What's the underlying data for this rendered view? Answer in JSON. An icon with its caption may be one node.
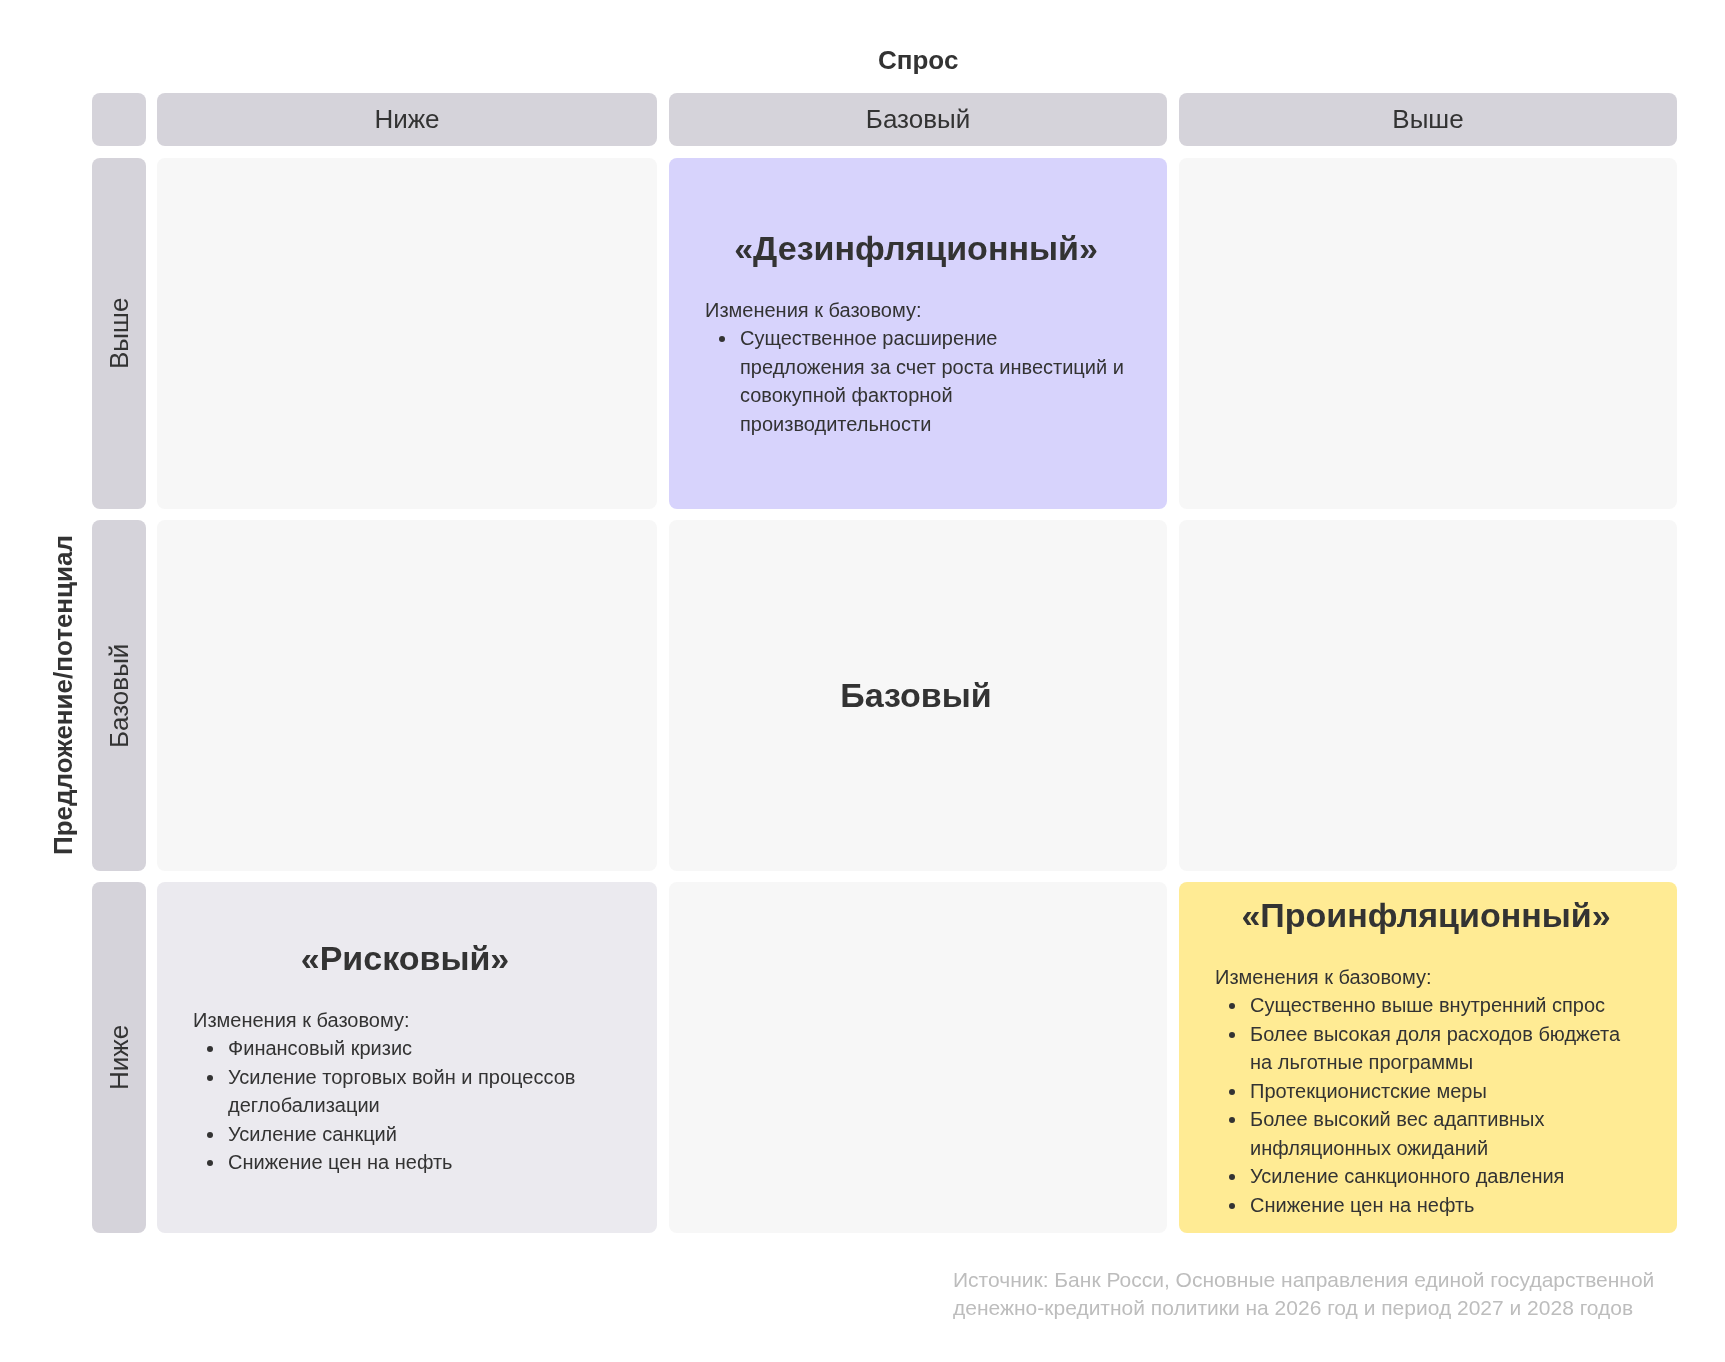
{
  "diagram": {
    "caption": "Источник: Банк Росси, Основные направления единой государственной денежно-кредитной политики на 2026 год и период 2027 и 2028 годов",
    "nodes": [
      {
        "text": [],
        "shape": "box"
      },
      {
        "text": [
          "Ниже"
        ]
      },
      {
        "text": [
          "Базовый"
        ]
      },
      {
        "text": [
          "Выше"
        ]
      },
      {
        "text": [
          "Выше"
        ]
      },
      {
        "text": [],
        "shape": "box"
      },
      {
        "text": [
          "«Дезинфляционный»",
          "Изменения к базовому:",
          "Существенное расширение предложения за счет роста инвестиций и совокупной факторной производительности"
        ]
      },
      {
        "text": [],
        "shape": "box"
      },
      {
        "text": [
          "Базовый"
        ]
      },
      {
        "text": [],
        "shape": "box"
      },
      {
        "text": [
          "Базовый"
        ]
      },
      {
        "text": [],
        "shape": "box"
      },
      {
        "text": [
          "Ниже"
        ]
      },
      {
        "text": [
          "«Рисковый»",
          "Изменения к базовому:",
          "Финансовый кризис",
          "Усиление торговых войн и процессов деглобализации",
          "Усиление санкций",
          "Снижение цен на нефть"
        ]
      },
      {
        "text": [],
        "shape": "box"
      },
      {
        "text": [
          "«Проинфляционный»",
          "Изменения к базовому:",
          "Существенно выше внутренний спрос",
          "Более высокая доля расходов бюджета на льготные программы",
          "Протекционистские меры",
          "Более высокий вес адаптивных инфляционных ожиданий",
          "Усиление санкционного давления",
          "Снижение цен на нефть"
        ]
      }
    ],
    "labels": [
      "Спрос",
      "Предложение/потенциал"
    ]
  }
}
